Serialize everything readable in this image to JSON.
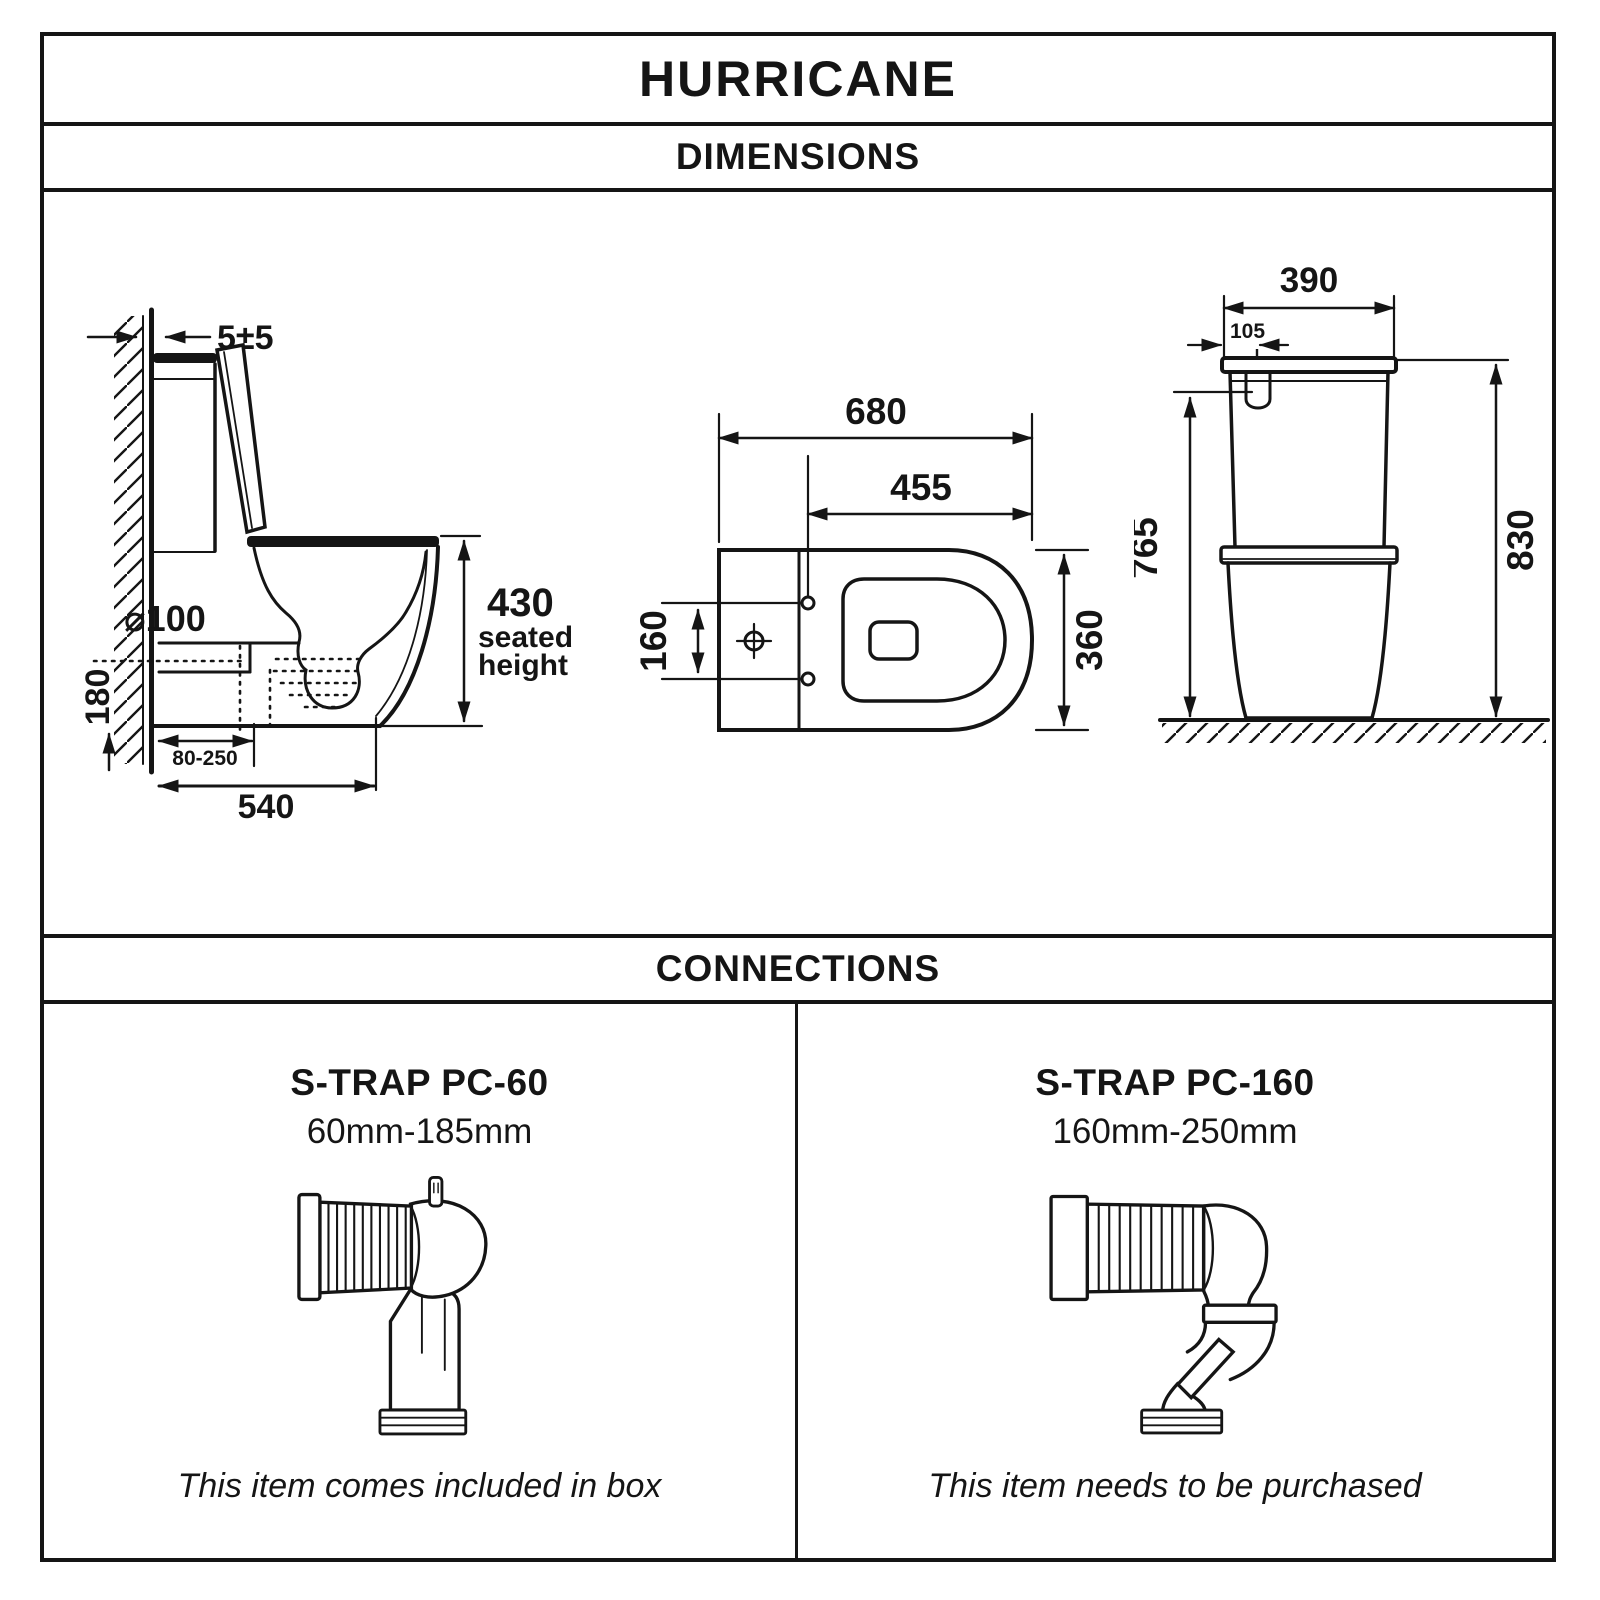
{
  "header": {
    "title": "HURRICANE"
  },
  "section_dimensions": {
    "label": "DIMENSIONS"
  },
  "section_connections": {
    "label": "CONNECTIONS"
  },
  "side_view": {
    "wall_offset": "5±5",
    "trap_diameter": "⌀100",
    "outlet_height": "180",
    "outlet_range": "80-250",
    "total_depth": "540",
    "seated_height_value": "430",
    "seated_height_word1": "seated",
    "seated_height_word2": "height"
  },
  "top_view": {
    "total_length": "680",
    "seat_length": "455",
    "fixing_centres": "160",
    "pan_width": "360"
  },
  "front_view": {
    "cistern_width": "390",
    "inlet_offset": "105",
    "height_to_inlet": "765",
    "overall_height": "830"
  },
  "connections": {
    "included": {
      "title": "S-TRAP PC-60",
      "range": "60mm-185mm",
      "note": "This item comes included in box"
    },
    "purchased": {
      "title": "S-TRAP PC-160",
      "range": "160mm-250mm",
      "note": "This item needs to be purchased"
    }
  }
}
